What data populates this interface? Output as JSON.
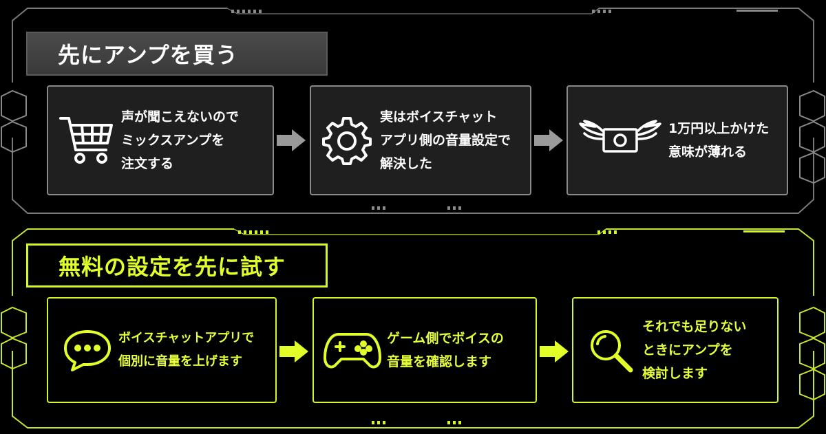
{
  "sections": [
    {
      "title": "先にアンプを買う",
      "steps": [
        {
          "icon": "shopping-cart-icon",
          "text": "声が聞こえないので\nミックスアンプを\n注文する"
        },
        {
          "icon": "gear-icon",
          "text": "実はボイスチャット\nアプリ側の音量設定で\n解決した"
        },
        {
          "icon": "flying-money-icon",
          "text": "1万円以上かけた\n意味が薄れる"
        }
      ]
    },
    {
      "title": "無料の設定を先に試す",
      "steps": [
        {
          "icon": "chat-bubble-icon",
          "text": "ボイスチャットアプリで\n個別に音量を上げます"
        },
        {
          "icon": "game-controller-icon",
          "text": "ゲーム側でボイスの\n音量を確認します"
        },
        {
          "icon": "magnifier-icon",
          "text": "それでも足りない\nときにアンプを\n検討します"
        }
      ]
    }
  ],
  "colors": {
    "gray_accent": "#9a9a9a",
    "yellow_accent": "#d8f52a",
    "card_gray": "#1f1f1f"
  }
}
